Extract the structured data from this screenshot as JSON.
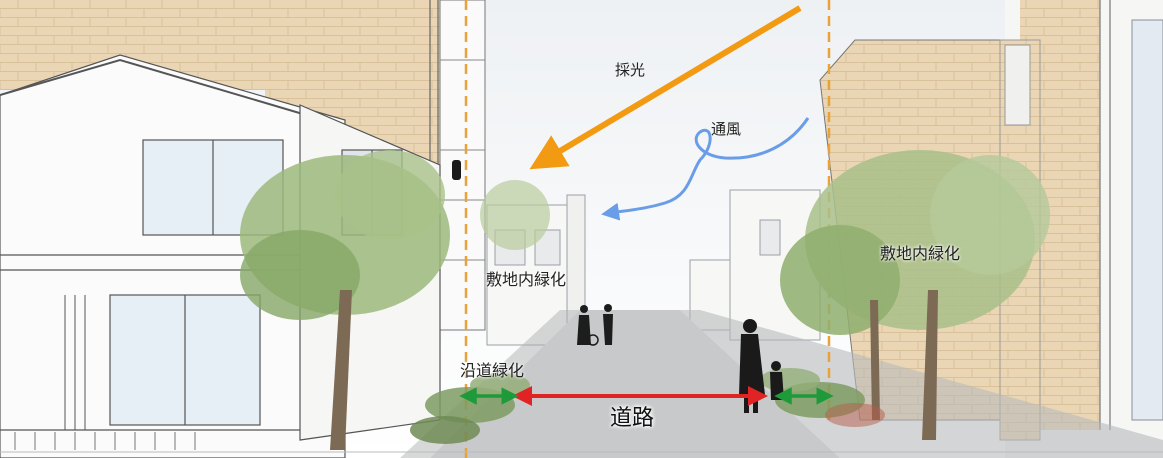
{
  "labels": {
    "sunlight": "採光",
    "ventilation": "通風",
    "site_greening_center": "敷地内緑化",
    "site_greening_right": "敷地内緑化",
    "roadside_greening": "沿道緑化",
    "road": "道路"
  },
  "colors": {
    "sunlight_arrow": "#f39a13",
    "wind_arrow": "#6a9de8",
    "road_arrow": "#e02424",
    "greening_arrow": "#1f9a3a",
    "setback_line": "#e8a23a",
    "brick": "#e9d6b6",
    "tree": "#8fae6e"
  },
  "icons": {
    "sunlight_arrow": "orange-diagonal-arrow",
    "wind_arrow": "blue-curly-arrow",
    "road_arrow": "red-double-arrow",
    "greening_arrows": "green-double-arrow"
  }
}
